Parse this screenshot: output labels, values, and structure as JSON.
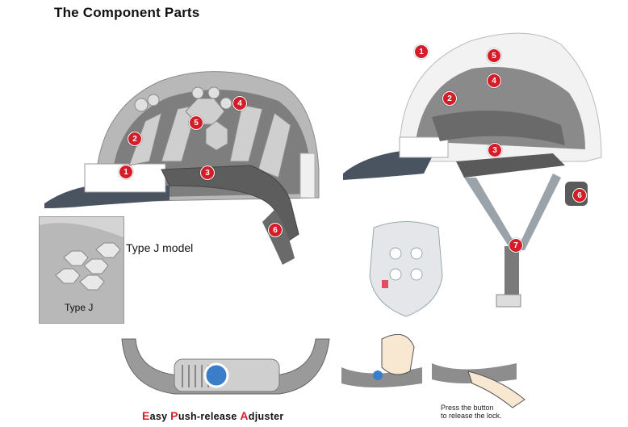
{
  "page_title": "The Component Parts",
  "inset": {
    "label": "Type J"
  },
  "type_j_model_label": "Type J model",
  "adjuster": {
    "parts": [
      {
        "text": "E",
        "accent": true
      },
      {
        "text": "asy ",
        "accent": false
      },
      {
        "text": "P",
        "accent": true
      },
      {
        "text": "ush-release ",
        "accent": false
      },
      {
        "text": "A",
        "accent": true
      },
      {
        "text": "djuster",
        "accent": false
      }
    ]
  },
  "press_note": {
    "line1": "Press the button",
    "line2": "to release the lock."
  },
  "markers": {
    "left_helmet": [
      "1",
      "2",
      "3",
      "4",
      "5",
      "6"
    ],
    "right_helmet": [
      "1",
      "2",
      "3",
      "4",
      "5",
      "6",
      "7"
    ]
  },
  "colors": {
    "marker_red": "#d51d2a",
    "helmet_white": "#f2f2f2",
    "harness_gray": "#8c8c8c"
  }
}
